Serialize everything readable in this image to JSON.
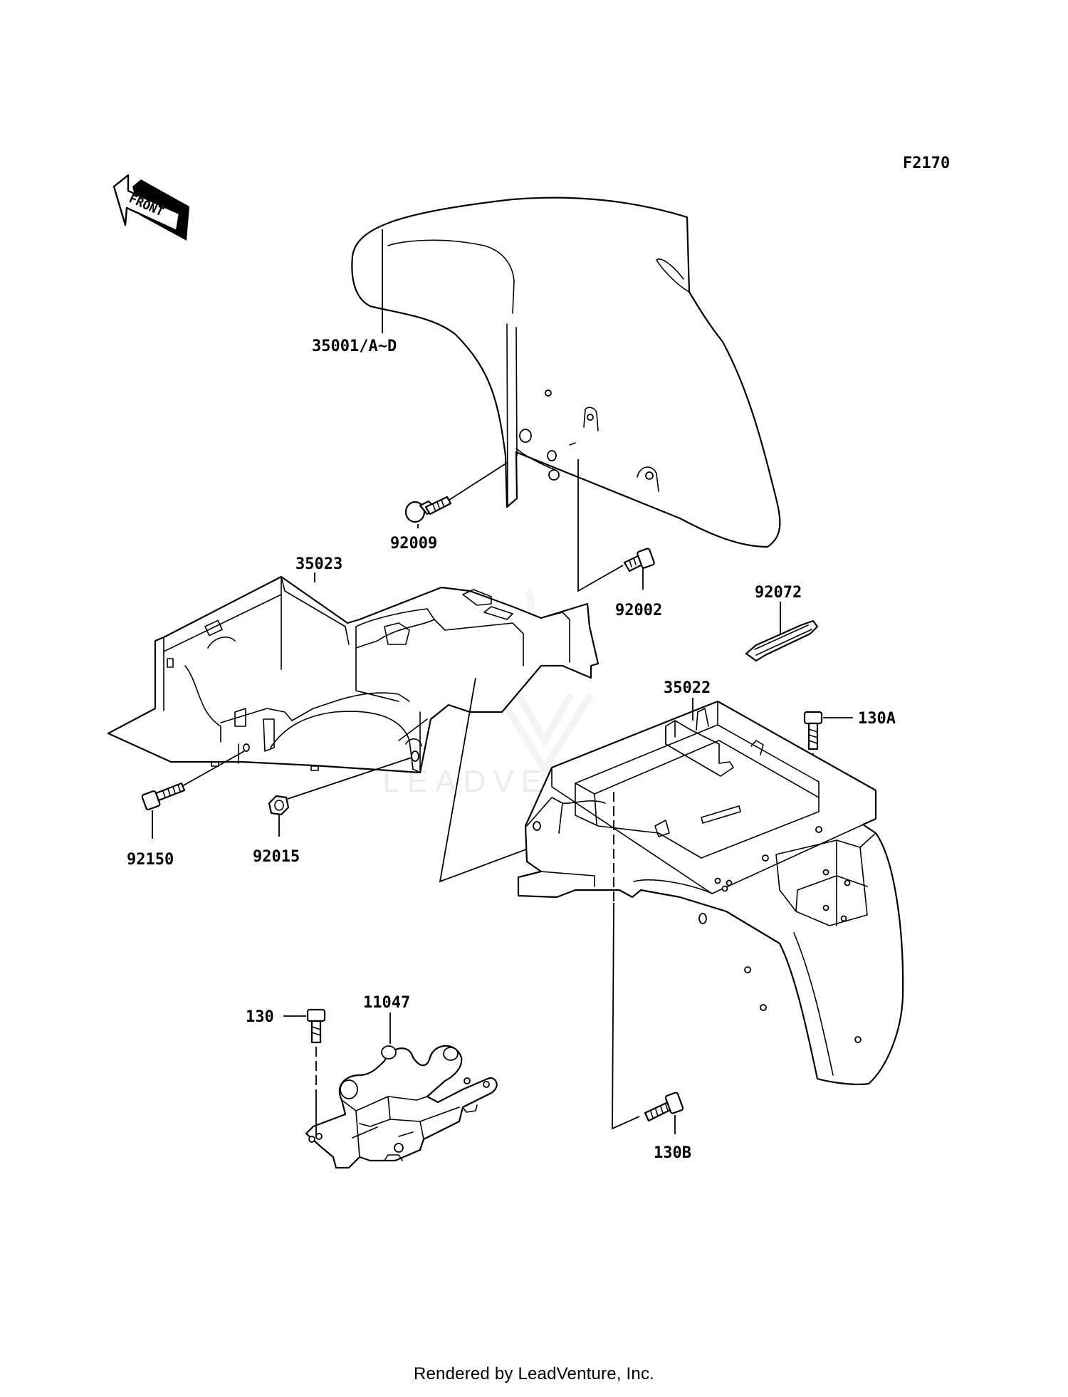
{
  "diagram_id": "F2170",
  "front_arrow": {
    "label": "FRONT",
    "icon": "front-direction-arrow-icon"
  },
  "parts": {
    "front_fender": "35001/A~D",
    "bolt_92009": "92009",
    "bolt_92002": "92002",
    "inner_fender": "35023",
    "strap": "92072",
    "rear_fender": "35022",
    "bolt_130A": "130A",
    "bolt_92150": "92150",
    "nut_92015": "92015",
    "bracket": "11047",
    "bolt_130": "130",
    "bolt_130B": "130B"
  },
  "footer": "Rendered by LeadVenture, Inc.",
  "watermark": "LEADVENTURE"
}
